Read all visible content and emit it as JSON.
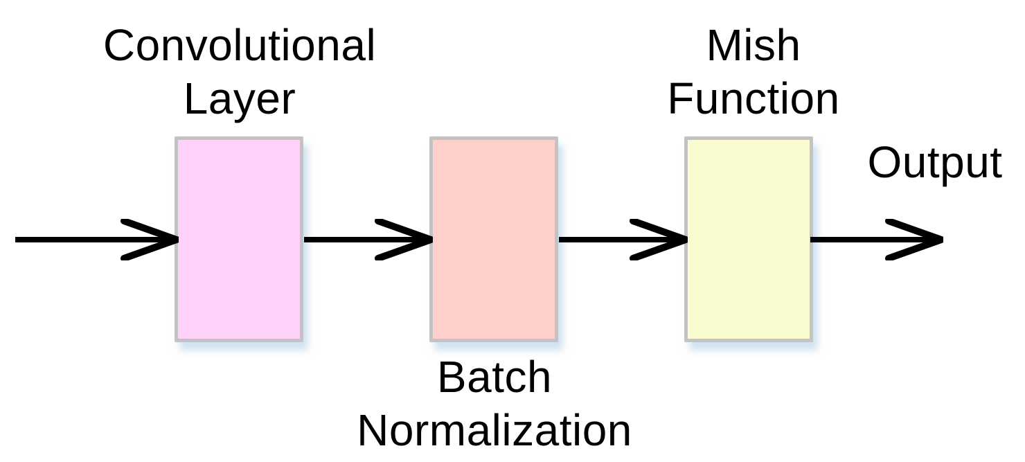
{
  "diagram": {
    "type": "flow",
    "direction": "left-to-right",
    "nodes": [
      {
        "id": "conv",
        "label": "Convolutional\nLayer",
        "label_position": "above",
        "fill": "#ffd1f9"
      },
      {
        "id": "batchnorm",
        "label": "Batch\nNormalization",
        "label_position": "below",
        "fill": "#ffcfcb"
      },
      {
        "id": "mish",
        "label": "Mish\nFunction",
        "label_position": "above",
        "fill": "#fbfbd2"
      }
    ],
    "end_label": "Output",
    "connections": [
      {
        "from": "input",
        "to": "conv"
      },
      {
        "from": "conv",
        "to": "batchnorm"
      },
      {
        "from": "batchnorm",
        "to": "mish"
      },
      {
        "from": "mish",
        "to": "output"
      }
    ],
    "colors": {
      "arrow": "#000000",
      "node_border": "#c3c3c3",
      "text": "#000000",
      "background": "#ffffff"
    }
  }
}
